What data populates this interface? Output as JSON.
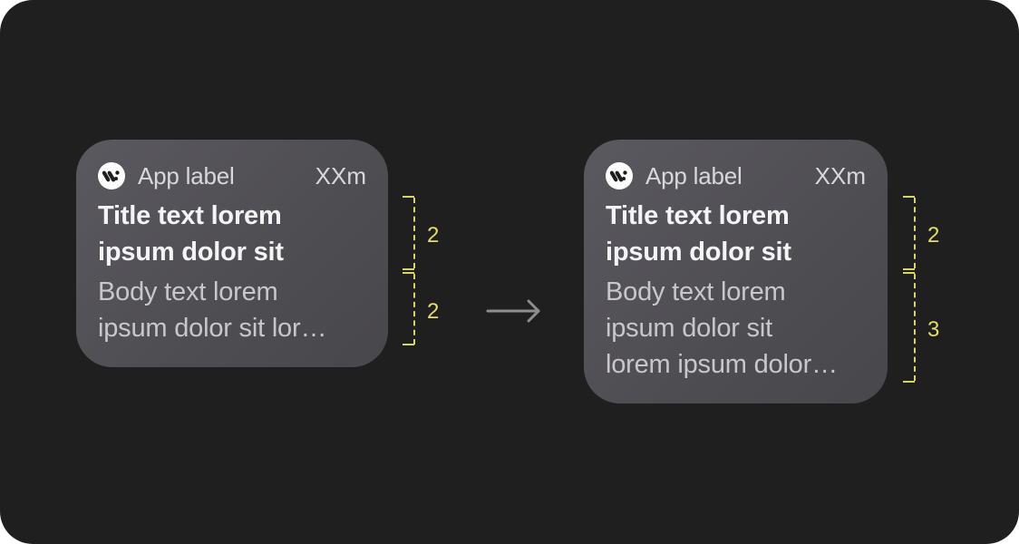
{
  "diagram": {
    "background_color": "#1f1f1f",
    "accent_color": "#e3dc6e",
    "arrow_color": "#8e8e8e",
    "before_card": {
      "app_icon": "app-logo-icon",
      "app_label": "App label",
      "time": "XXm",
      "title_lines": [
        "Title text lorem",
        "ipsum dolor sit"
      ],
      "body_lines": [
        "Body text lorem",
        "ipsum dolor sit lor…"
      ],
      "title_line_count": "2",
      "body_line_count": "2"
    },
    "after_card": {
      "app_icon": "app-logo-icon",
      "app_label": "App label",
      "time": "XXm",
      "title_lines": [
        "Title text lorem",
        "ipsum dolor sit"
      ],
      "body_lines": [
        "Body text lorem",
        "ipsum dolor sit",
        "lorem ipsum dolor…"
      ],
      "title_line_count": "2",
      "body_line_count": "3"
    },
    "transition_icon": "arrow-right-icon"
  }
}
